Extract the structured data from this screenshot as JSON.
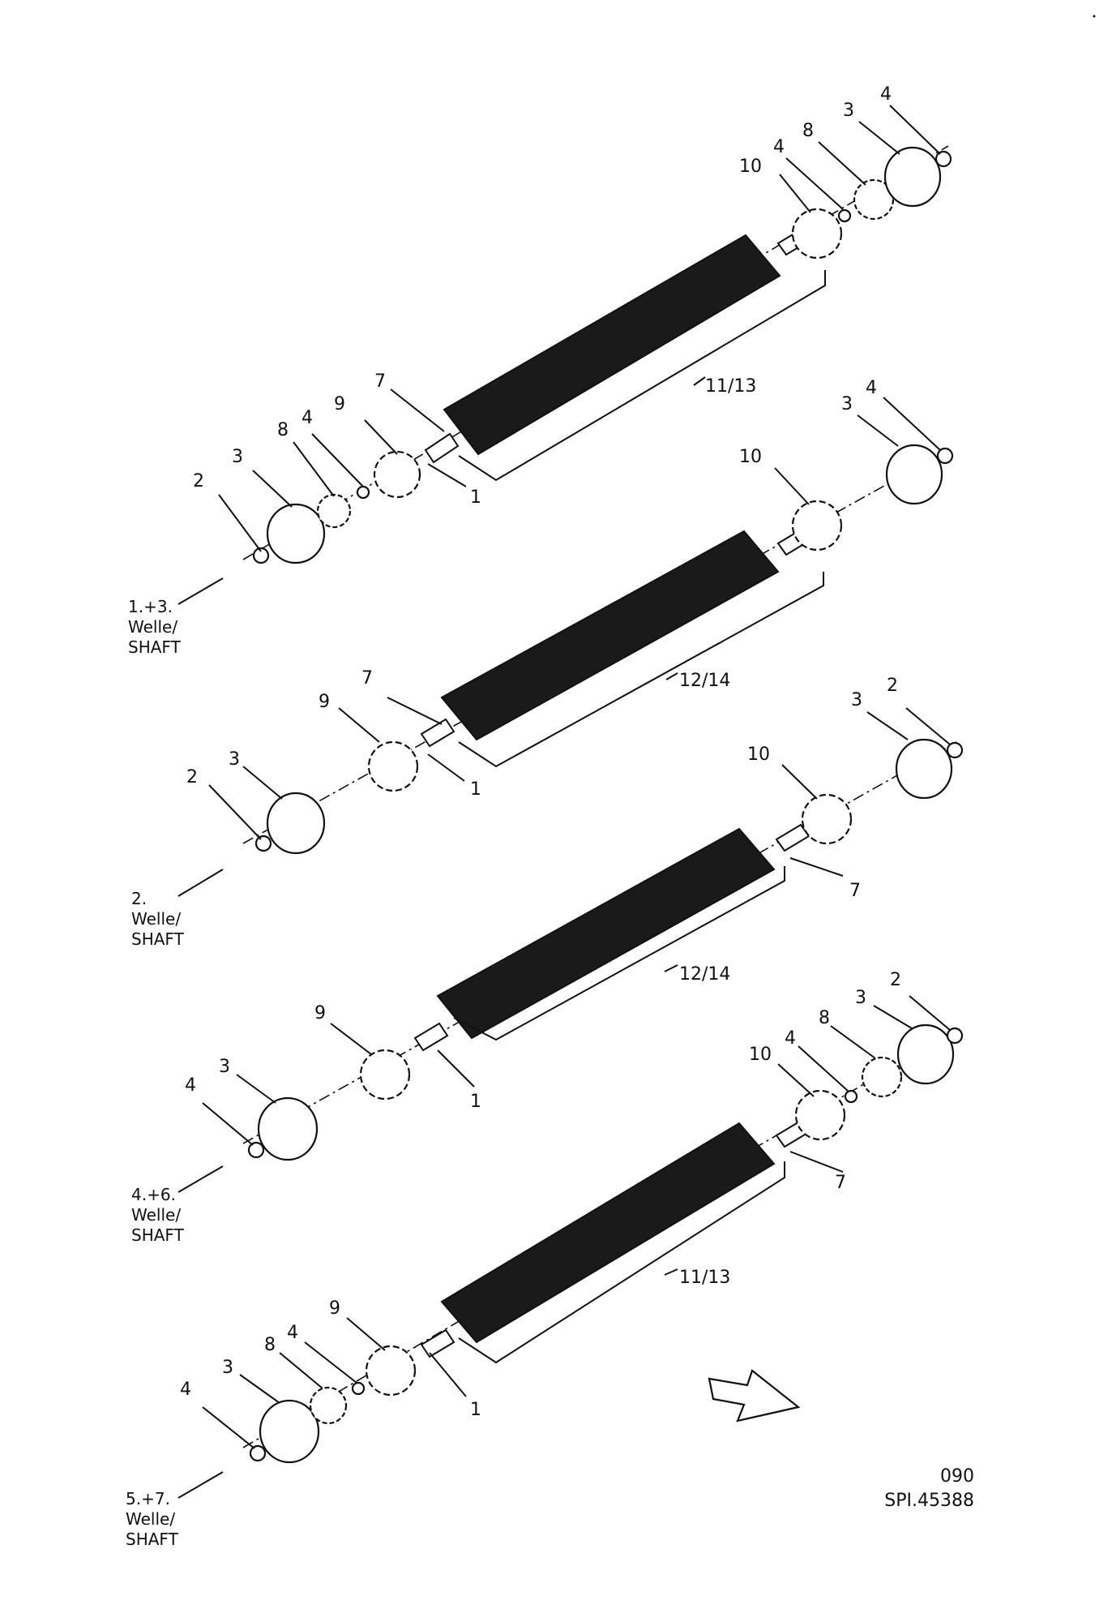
{
  "diagram": {
    "code": "090",
    "reference": "SPI.45388",
    "assemblies": [
      {
        "caption": [
          "1.+3.",
          "Welle/",
          "SHAFT"
        ],
        "callouts": {
          "roller": "11/13",
          "shaft": "1",
          "left_end": "7",
          "left_disc": "3",
          "left_nut": "2",
          "left_washer": "4",
          "left_star_small": "8",
          "left_star_big": "9",
          "right_star_big": "10",
          "right_washer_inner": "4",
          "right_star_small": "8",
          "right_disc": "3",
          "right_nut": "4"
        }
      },
      {
        "caption": [
          "2.",
          "Welle/",
          "SHAFT"
        ],
        "callouts": {
          "roller": "12/14",
          "shaft": "1",
          "left_end": "7",
          "left_disc": "3",
          "left_nut": "2",
          "left_star_big": "9",
          "right_star_big": "10",
          "right_disc": "3",
          "right_nut": "4"
        }
      },
      {
        "caption": [
          "4.+6.",
          "Welle/",
          "SHAFT"
        ],
        "callouts": {
          "roller": "12/14",
          "shaft": "1",
          "right_end": "7",
          "left_disc": "3",
          "left_nut": "4",
          "left_star_big": "9",
          "right_star_big": "10",
          "right_disc": "3",
          "right_nut": "2"
        }
      },
      {
        "caption": [
          "5.+7.",
          "Welle/",
          "SHAFT"
        ],
        "callouts": {
          "roller": "11/13",
          "shaft": "1",
          "right_end": "7",
          "left_disc": "3",
          "left_nut": "4",
          "left_washer": "4",
          "left_star_small": "8",
          "left_star_big": "9",
          "right_star_big": "10",
          "right_washer_inner": "4",
          "right_star_small": "8",
          "right_disc": "3",
          "right_nut": "2"
        }
      }
    ]
  },
  "icons": {
    "direction": "hollow-arrow-icon"
  }
}
